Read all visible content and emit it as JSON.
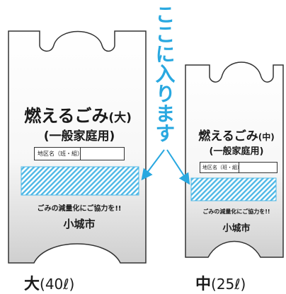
{
  "callout": "ここに入ります",
  "large": {
    "title": "燃えるごみ",
    "size_mark": "(大)",
    "subtitle": "(一般家庭用)",
    "area_label": "地区名（班・組）",
    "message": "ごみの減量化にご協力を!!",
    "city": "小城市",
    "caption_size": "大",
    "caption_volume": "(40ℓ)"
  },
  "medium": {
    "title": "燃えるごみ",
    "size_mark": "(中)",
    "subtitle": "(一般家庭用)",
    "area_label": "地区名（班・組）",
    "message": "ごみの減量化にご協力を!!",
    "city": "小城市",
    "caption_size": "中",
    "caption_volume": "(25ℓ)"
  },
  "colors": {
    "accent": "#29a8e0",
    "stripe": "#4fb8e6",
    "bag_edge": "#333333"
  }
}
